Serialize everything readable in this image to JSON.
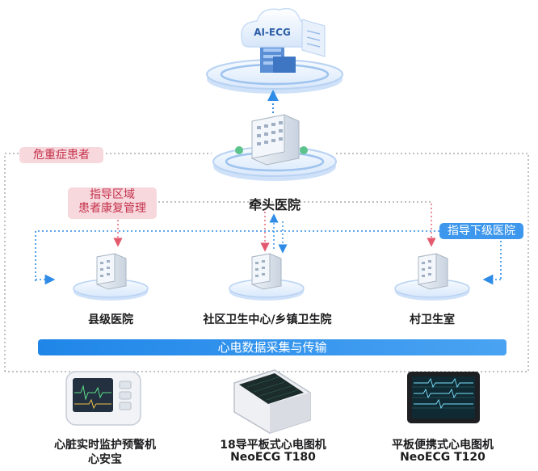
{
  "cloud": {
    "label": "AI-ECG"
  },
  "hub": {
    "label": "牵头医院"
  },
  "tags": {
    "critical": "危重症患者",
    "regional_line1": "指导区域",
    "regional_line2": "患者康复管理",
    "guide_lower": "指导下级医院"
  },
  "hospitals": [
    {
      "label": "县级医院"
    },
    {
      "label": "社区卫生中心/乡镇卫生院"
    },
    {
      "label": "村卫生室"
    }
  ],
  "bar": {
    "label": "心电数据采集与传输"
  },
  "devices": [
    {
      "line1": "心脏实时监护预警机",
      "line2": "心安宝"
    },
    {
      "line1": "18导平板式心电图机",
      "line2": "NeoECG T180"
    },
    {
      "line1": "平板便携式心电图机",
      "line2": "NeoECG T120"
    }
  ],
  "colors": {
    "accent_blue": "#3d97ec",
    "tag_red": "#c4314b",
    "tag_red_bg": "#f7d8dd",
    "connector": "#9a9a9a"
  }
}
